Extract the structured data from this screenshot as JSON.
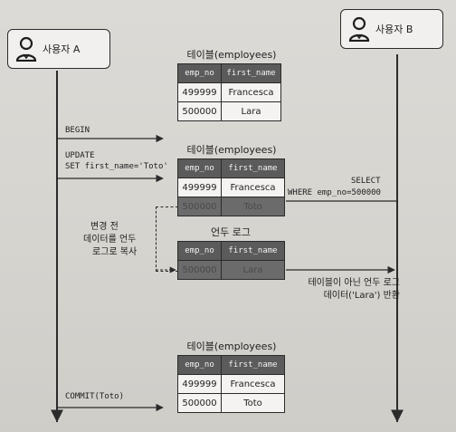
{
  "actors": {
    "a": {
      "label": "사용자 A",
      "icon": "user-icon"
    },
    "b": {
      "label": "사용자 B",
      "icon": "user-icon"
    }
  },
  "messages": {
    "begin": "BEGIN",
    "update_line1": "UPDATE",
    "update_line2": "SET first_name='Toto'",
    "commit": "COMMIT(Toto)",
    "select_line1": "SELECT",
    "select_line2": "WHERE emp_no=500000"
  },
  "tables": {
    "before": {
      "title": "테이블(employees)",
      "columns": [
        "emp_no",
        "first_name"
      ],
      "rows": [
        [
          "499999",
          "Francesca"
        ],
        [
          "500000",
          "Lara"
        ]
      ]
    },
    "during": {
      "title": "테이블(employees)",
      "columns": [
        "emp_no",
        "first_name"
      ],
      "rows": [
        [
          "499999",
          "Francesca"
        ],
        [
          "500000",
          "Toto"
        ]
      ]
    },
    "undo": {
      "title": "언두 로그",
      "columns": [
        "emp_no",
        "first_name"
      ],
      "rows": [
        [
          "500000",
          "Lara"
        ]
      ]
    },
    "after": {
      "title": "테이블(employees)",
      "columns": [
        "emp_no",
        "first_name"
      ],
      "rows": [
        [
          "499999",
          "Francesca"
        ],
        [
          "500000",
          "Toto"
        ]
      ]
    }
  },
  "notes": {
    "copy_line1": "변경 전",
    "copy_line2": "데이터를 언두",
    "copy_line3": "로그로 복사",
    "result_line1": "테이블이 아닌 언두 로그",
    "result_line2": "데이터('Lara') 반환"
  },
  "colors": {
    "header_bg": "#5b5b5b",
    "dim_row_bg": "#6b6b6b",
    "line": "#2b2b2b"
  }
}
